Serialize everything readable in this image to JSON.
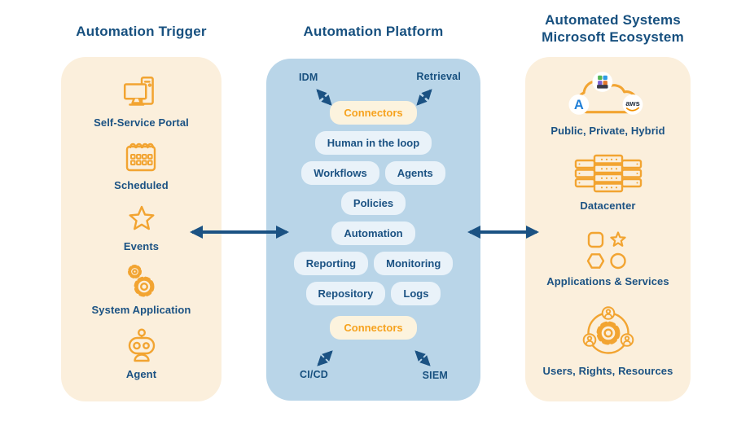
{
  "colors": {
    "navy_text": "#17507F",
    "orange_icon": "#F2A431",
    "beige_panel": "#FBEFDC",
    "blue_panel": "#B9D5E8",
    "pill_bg": "#E9F2F9",
    "connector_bg": "#FCF3DE",
    "connector_text": "#F6A21E",
    "arrow": "#1B5283"
  },
  "trigger": {
    "title": "Automation Trigger",
    "items": [
      {
        "icon": "self-service-portal-icon",
        "label": "Self-Service Portal"
      },
      {
        "icon": "scheduled-icon",
        "label": "Scheduled"
      },
      {
        "icon": "events-icon",
        "label": "Events"
      },
      {
        "icon": "system-application-icon",
        "label": "System Application"
      },
      {
        "icon": "agent-icon",
        "label": "Agent"
      }
    ]
  },
  "platform": {
    "title": "Automation Platform",
    "external": {
      "idm": "IDM",
      "retrieval": "Retrieval",
      "cicd": "CI/CD",
      "siem": "SIEM"
    },
    "connector_top": "Connectors",
    "connector_bottom": "Connectors",
    "pills": [
      "Human in the loop",
      "Workflows",
      "Agents",
      "Policies",
      "Automation",
      "Reporting",
      "Monitoring",
      "Repository",
      "Logs"
    ]
  },
  "systems": {
    "title_line1": "Automated Systems",
    "title_line2": "Microsoft Ecosystem",
    "cloud": {
      "azure_letter": "A",
      "aws_label": "aws"
    },
    "items": [
      {
        "icon": "cloud-providers-icon",
        "label": "Public, Private, Hybrid"
      },
      {
        "icon": "datacenter-icon",
        "label": "Datacenter"
      },
      {
        "icon": "applications-services-icon",
        "label": "Applications & Services"
      },
      {
        "icon": "users-rights-resources-icon",
        "label": "Users, Rights, Resources"
      }
    ]
  }
}
